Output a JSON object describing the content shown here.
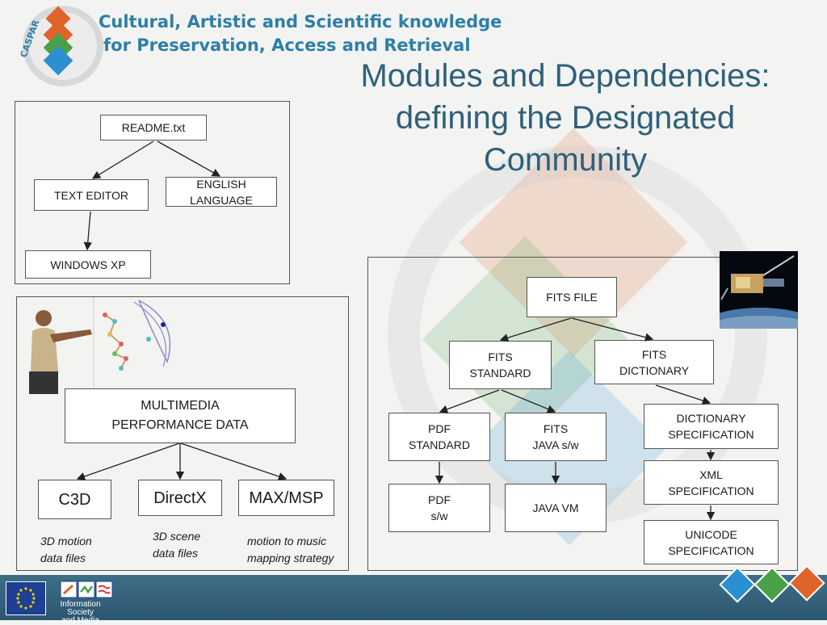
{
  "header": {
    "line1": "Cultural, Artistic and Scientific knowledge",
    "line2": "for Preservation, Access and Retrieval",
    "logo_text": "CASPAR"
  },
  "title": "Modules and Dependencies:\ndefining the Designated\nCommunity",
  "colors": {
    "header_text": "#2d7fa8",
    "title_text": "#2f607a",
    "footer": "#2c5670",
    "diamond_orange": "#e0632c",
    "diamond_green": "#4aa14a",
    "diamond_blue": "#2b8fd0"
  },
  "panel_readme": {
    "readme": "README.txt",
    "text_editor": "TEXT EDITOR",
    "english_language": "ENGLISH\nLANGUAGE",
    "windows_xp": "WINDOWS XP"
  },
  "panel_multimedia": {
    "multimedia": "MULTIMEDIA\nPERFORMANCE DATA",
    "c3d": "C3D",
    "directx": "DirectX",
    "maxmsp": "MAX/MSP",
    "note_c3d": "3D motion\ndata files",
    "note_directx": "3D scene\ndata files",
    "note_maxmsp": "motion to music\nmapping strategy"
  },
  "panel_fits": {
    "fits_file": "FITS FILE",
    "fits_standard": "FITS\nSTANDARD",
    "fits_dictionary": "FITS\nDICTIONARY",
    "pdf_standard": "PDF\nSTANDARD",
    "fits_java": "FITS\nJAVA s/w",
    "dictionary_spec": "DICTIONARY\nSPECIFICATION",
    "pdf_sw": "PDF\ns/w",
    "java_vm": "JAVA VM",
    "xml_spec": "XML\nSPECIFICATION",
    "unicode_spec": "UNICODE\nSPECIFICATION"
  },
  "footer": {
    "isam_text": "Information Society\nand Media"
  }
}
